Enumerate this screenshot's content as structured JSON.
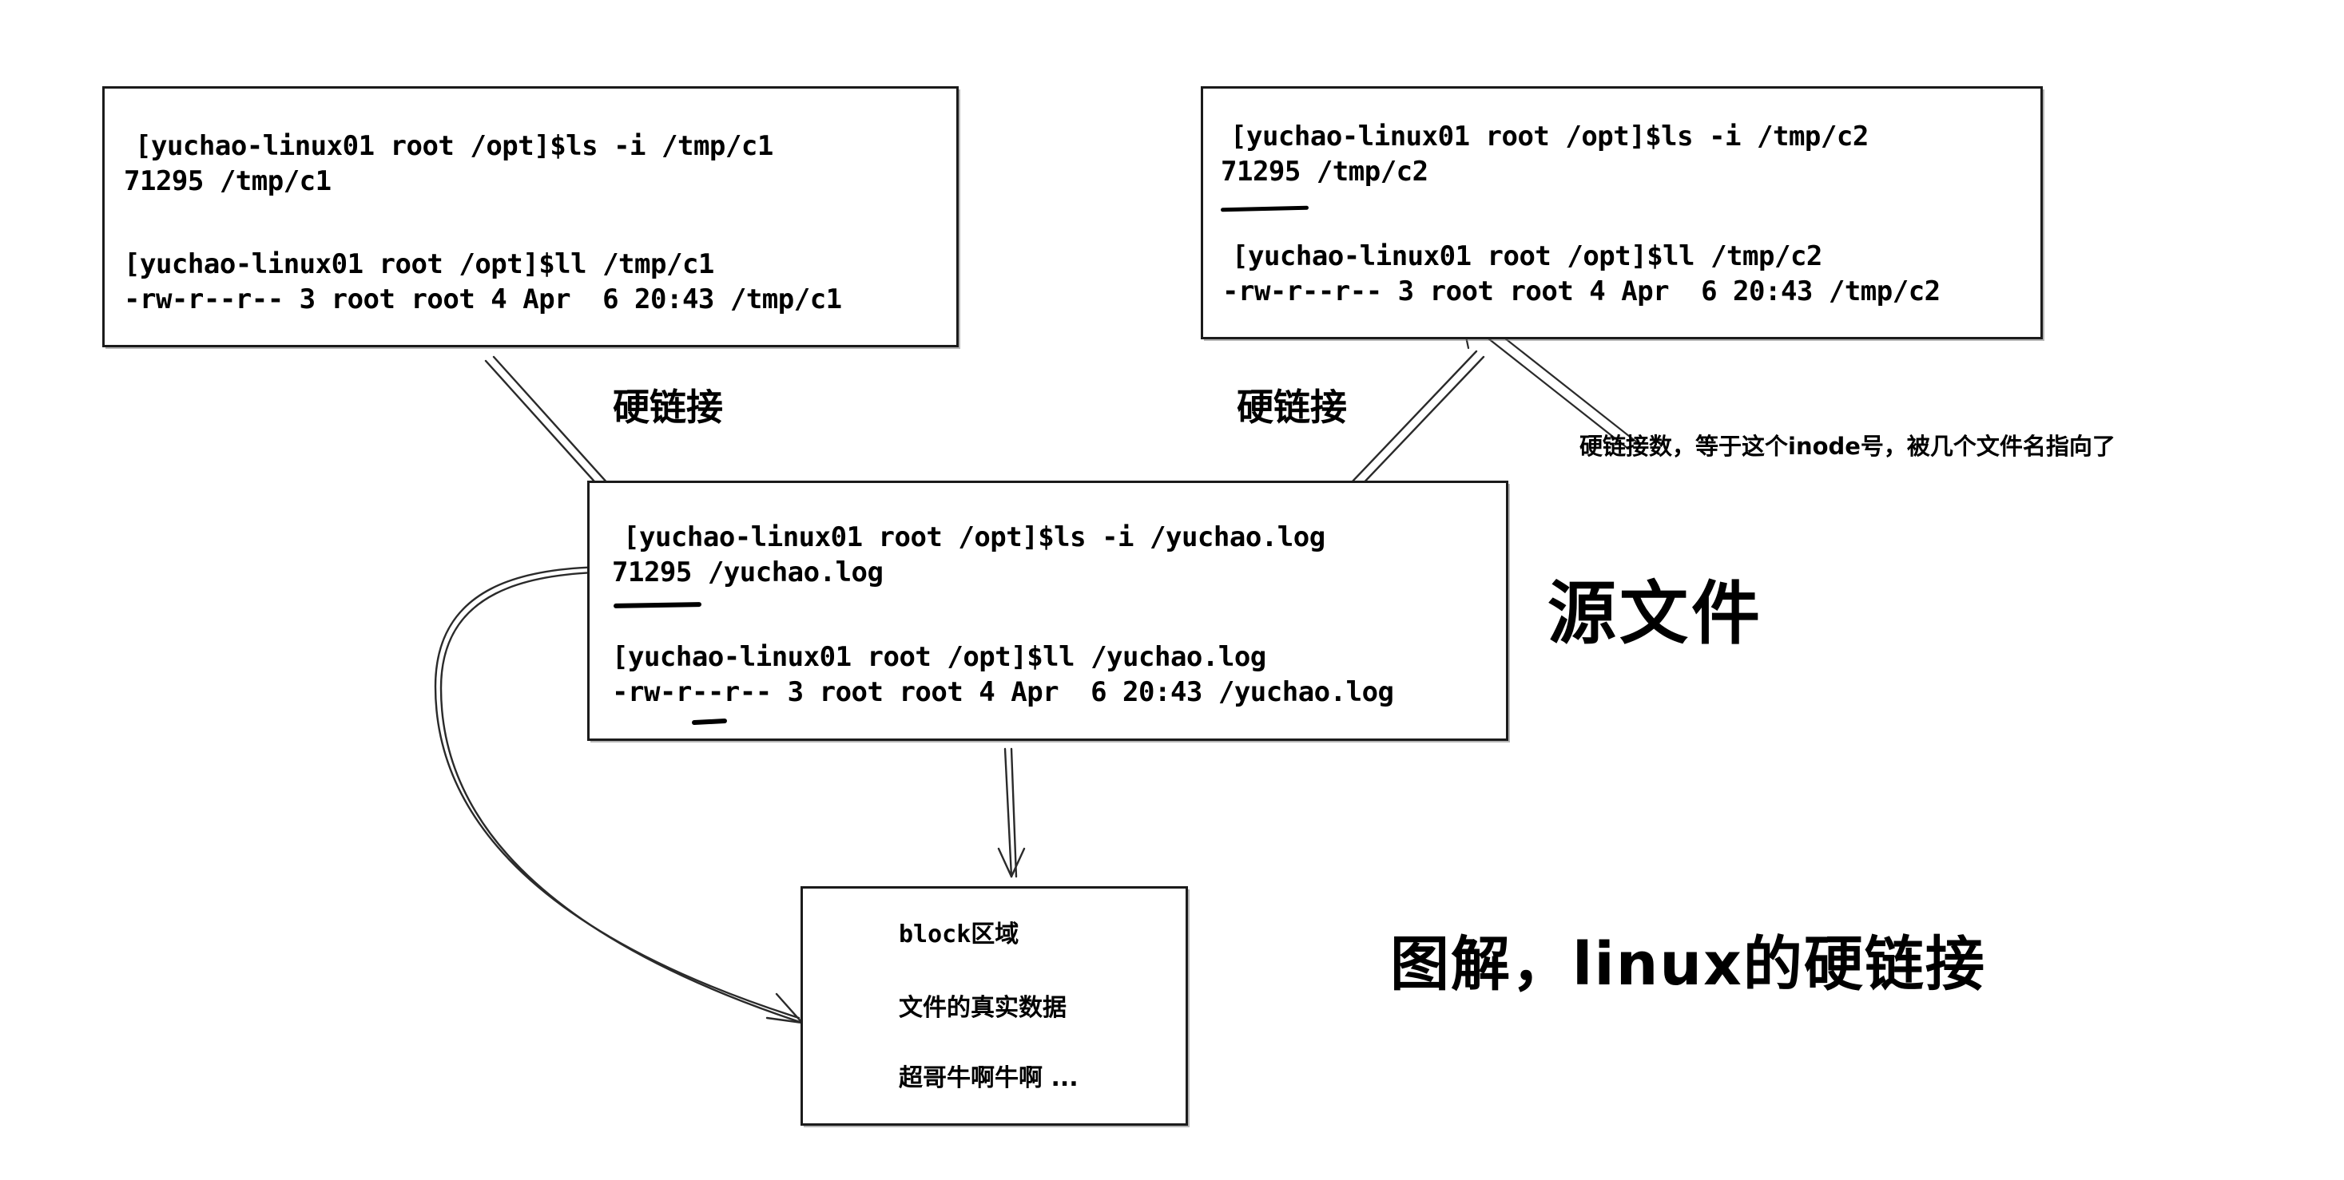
{
  "diagram": {
    "title_note": "图解，linux的硬链接",
    "source_label": "源文件",
    "link_label_left": "硬链接",
    "link_label_right": "硬链接",
    "inode_annotation": "硬链接数，等于这个inode号，被几个文件名指向了"
  },
  "boxes": {
    "c1": {
      "name": "tmp-c1-terminal",
      "lines": [
        "[yuchao-linux01 root /opt]$ls -i /tmp/c1",
        "71295 /tmp/c1",
        "",
        "[yuchao-linux01 root /opt]$ll /tmp/c1",
        "-rw-r--r-- 3 root root 4 Apr  6 20:43 /tmp/c1"
      ]
    },
    "c2": {
      "name": "tmp-c2-terminal",
      "lines": [
        "[yuchao-linux01 root /opt]$ls -i /tmp/c2",
        "71295 /tmp/c2",
        "",
        "[yuchao-linux01 root /opt]$ll /tmp/c2",
        "-rw-r--r-- 3 root root 4 Apr  6 20:43 /tmp/c2"
      ]
    },
    "source": {
      "name": "yuchao-log-terminal",
      "lines": [
        "[yuchao-linux01 root /opt]$ls -i /yuchao.log",
        "71295 /yuchao.log",
        "",
        "[yuchao-linux01 root /opt]$ll /yuchao.log",
        "-rw-r--r-- 3 root root 4 Apr  6 20:43 /yuchao.log"
      ]
    },
    "block": {
      "name": "block-area",
      "lines": [
        "block区域",
        "文件的真实数据",
        "超哥牛啊牛啊 ..."
      ]
    }
  },
  "values": {
    "inode_number": "71295",
    "link_count": "3",
    "permissions": "-rw-r--r--",
    "owner": "root",
    "group": "root",
    "size": "4",
    "mtime": "Apr  6 20:43",
    "hostname": "yuchao-linux01",
    "user": "root",
    "cwd": "/opt",
    "files": [
      "/tmp/c1",
      "/tmp/c2",
      "/yuchao.log"
    ]
  },
  "colors": {
    "ink": "#000000",
    "box_border": "#1b1b1b",
    "background": "#ffffff",
    "arrow": "#2a2a2a"
  }
}
